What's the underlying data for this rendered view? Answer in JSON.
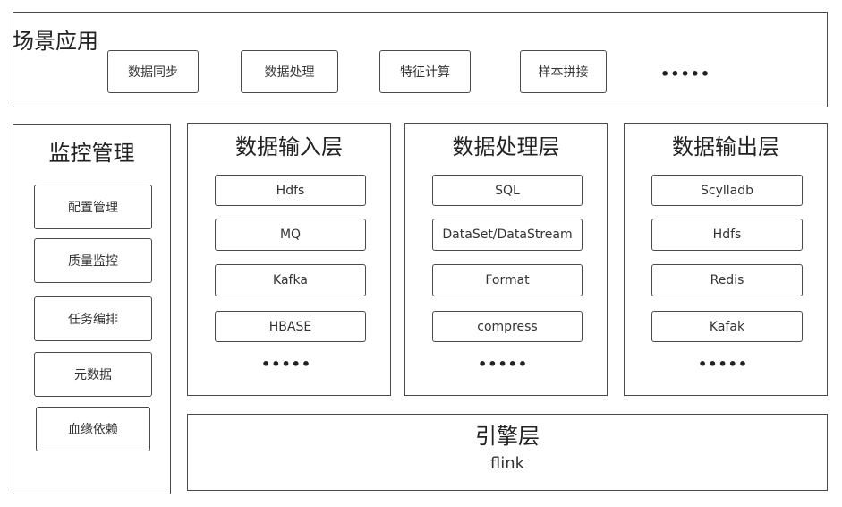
{
  "scene": {
    "title": "场景应用",
    "items": [
      "数据同步",
      "数据处理",
      "特征计算",
      "样本拼接"
    ],
    "more": "•••••"
  },
  "monitor": {
    "title": "监控管理",
    "items": [
      "配置管理",
      "质量监控",
      "任务编排",
      "元数据",
      "血缘依赖"
    ]
  },
  "input_layer": {
    "title": "数据输入层",
    "items": [
      "Hdfs",
      "MQ",
      "Kafka",
      "HBASE"
    ],
    "more": "•••••"
  },
  "process_layer": {
    "title": "数据处理层",
    "items": [
      "SQL",
      "DataSet/DataStream",
      "Format",
      "compress"
    ],
    "more": "•••••"
  },
  "output_layer": {
    "title": "数据输出层",
    "items": [
      "Scylladb",
      "Hdfs",
      "Redis",
      "Kafak"
    ],
    "more": "•••••"
  },
  "engine": {
    "title": "引擎层",
    "subtitle": "flink"
  }
}
